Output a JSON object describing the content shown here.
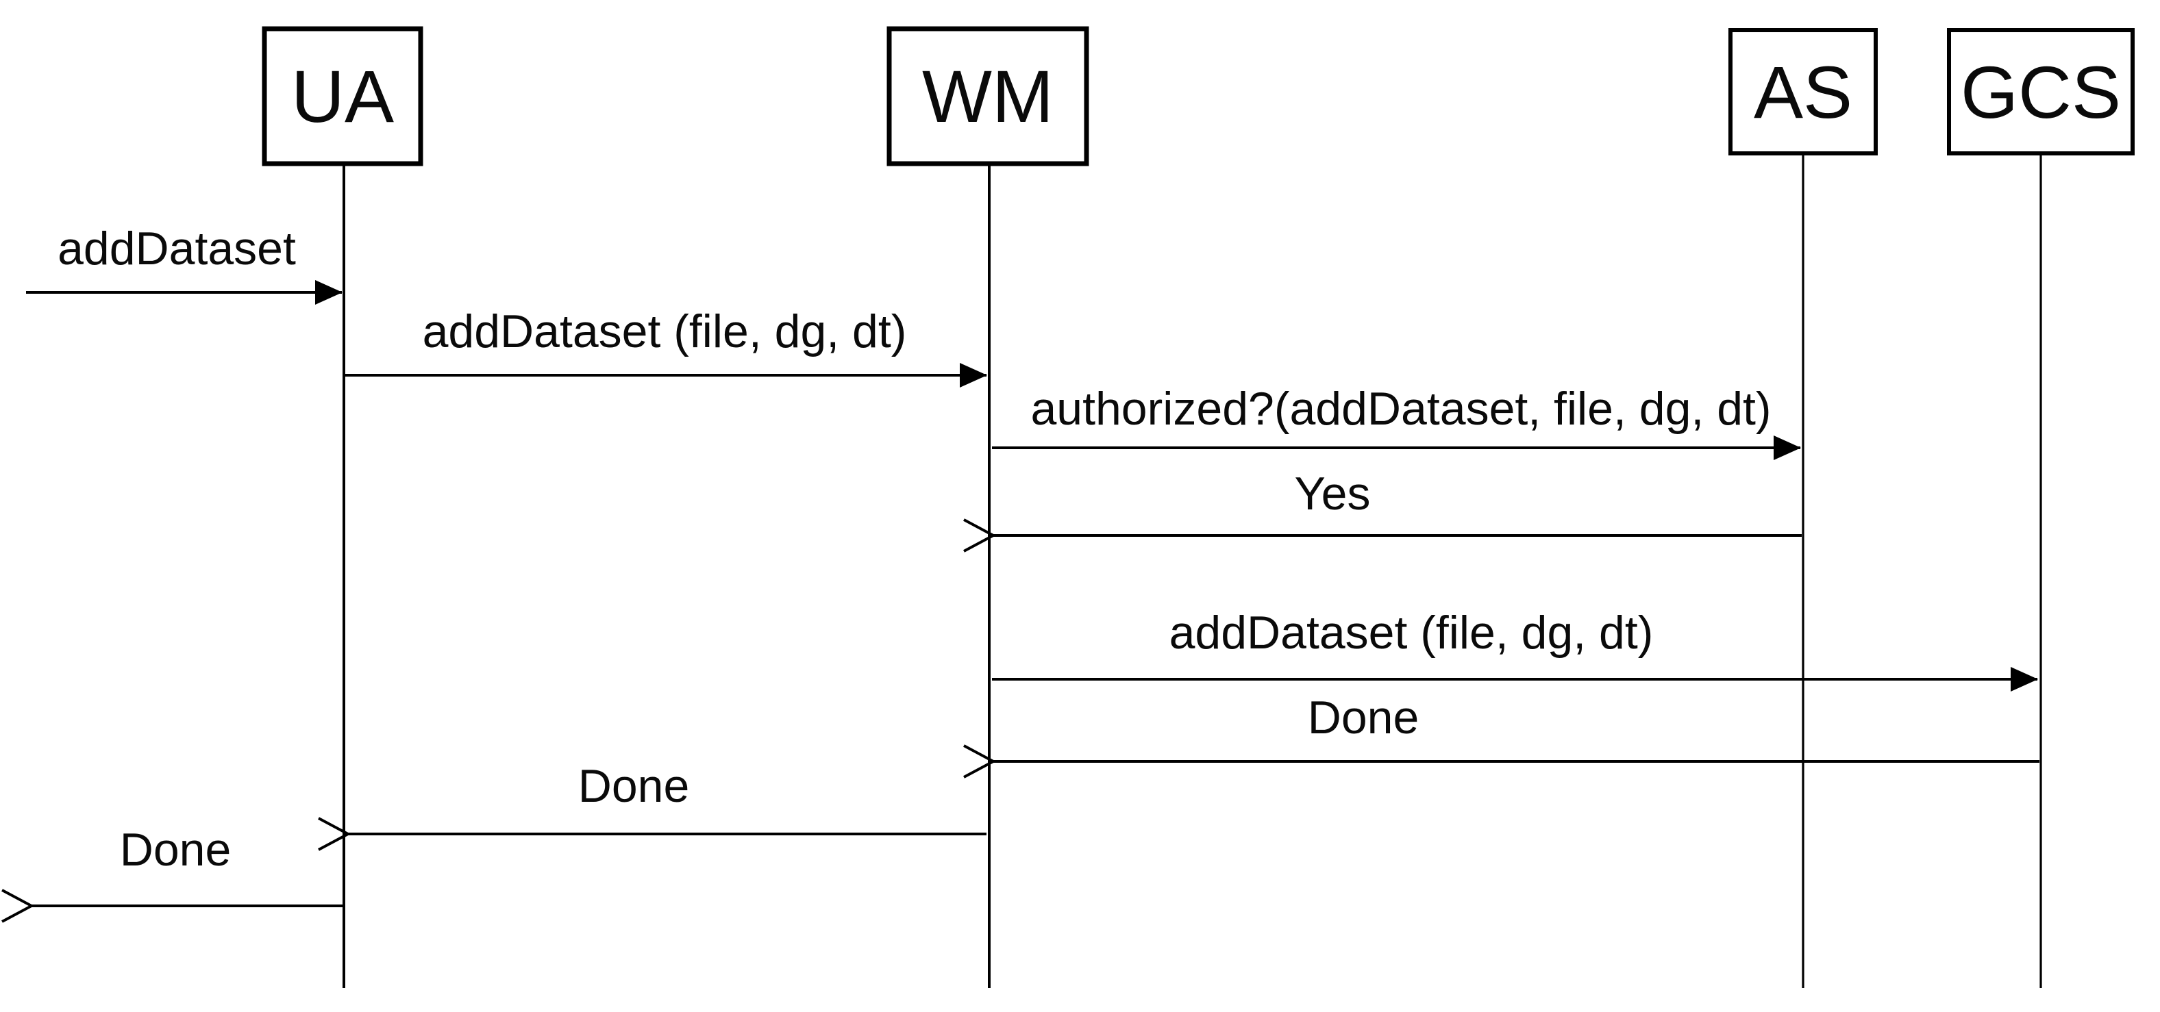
{
  "diagram_type": "uml-sequence-diagram",
  "colors": {
    "background": "#ffffff",
    "line": "#000000",
    "text": "#0a0a0a"
  },
  "actors": [
    {
      "label": "UA"
    },
    {
      "label": "WM"
    },
    {
      "label": "AS"
    },
    {
      "label": "GCS"
    }
  ],
  "messages": [
    {
      "label": "addDataset",
      "from": "external",
      "to": "UA",
      "type": "call"
    },
    {
      "label": "addDataset (file, dg, dt)",
      "from": "UA",
      "to": "WM",
      "type": "call"
    },
    {
      "label": "authorized?(addDataset, file, dg, dt)",
      "from": "WM",
      "to": "AS",
      "type": "call"
    },
    {
      "label": "Yes",
      "from": "AS",
      "to": "WM",
      "type": "return"
    },
    {
      "label": "addDataset (file, dg, dt)",
      "from": "WM",
      "to": "GCS",
      "type": "call"
    },
    {
      "label": "Done",
      "from": "GCS",
      "to": "WM",
      "type": "return"
    },
    {
      "label": "Done",
      "from": "WM",
      "to": "UA",
      "type": "return"
    },
    {
      "label": "Done",
      "from": "UA",
      "to": "external",
      "type": "return"
    }
  ]
}
